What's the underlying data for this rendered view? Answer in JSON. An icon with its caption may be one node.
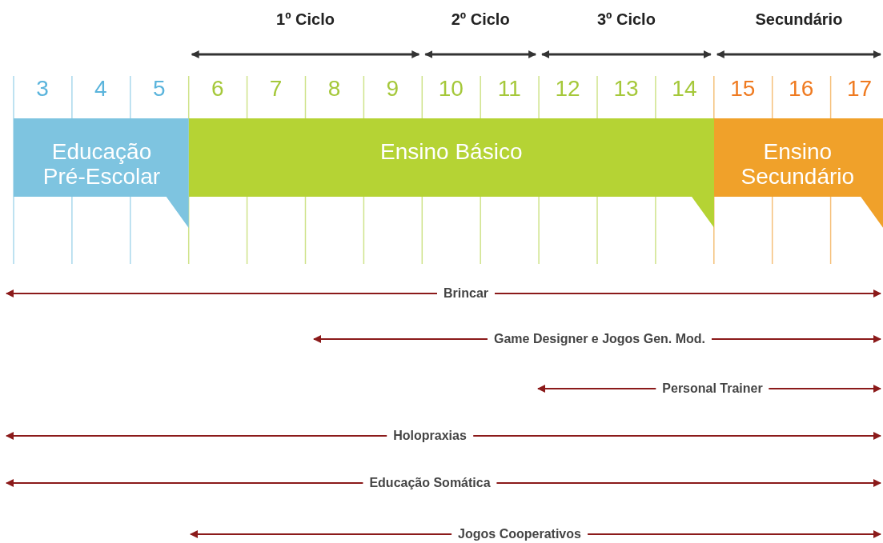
{
  "diagram": {
    "nodes": [
      {
        "text": [
          "Educação Pré-Escolar"
        ]
      },
      {
        "text": [
          "Ensino Básico"
        ]
      },
      {
        "text": [
          "Ensino Secundário"
        ]
      }
    ],
    "labels": [
      "1º Ciclo",
      "2º Ciclo",
      "3º Ciclo",
      "Secundário",
      "3",
      "4",
      "5",
      "6",
      "7",
      "8",
      "9",
      "10",
      "11",
      "12",
      "13",
      "14",
      "15",
      "16",
      "17",
      "Brincar",
      "Game Designer e Jogos Gen. Mod.",
      "Personal Trainer",
      "Holopraxias",
      "Educação Somática",
      "Jogos Cooperativos"
    ]
  }
}
